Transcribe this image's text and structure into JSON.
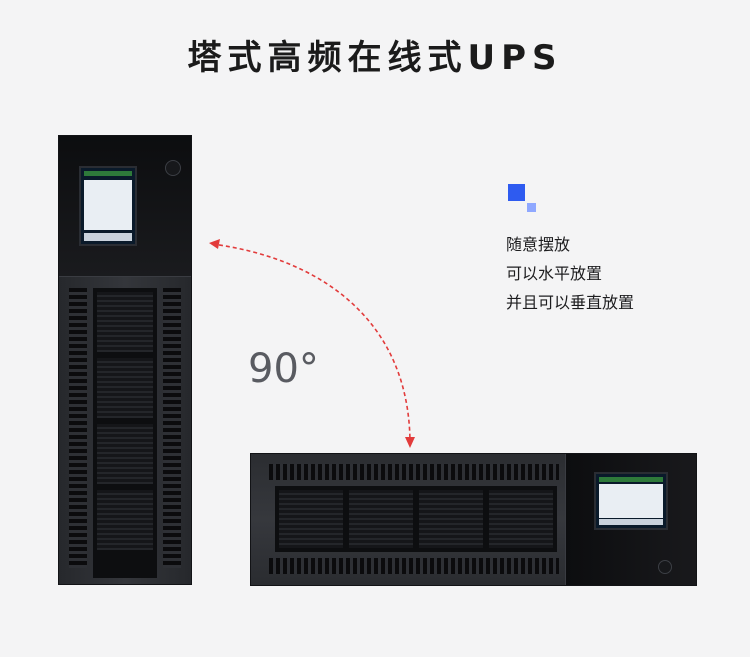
{
  "title": "塔式高频在线式UPS",
  "angle_label": "90°",
  "features": [
    "随意摆放",
    "可以水平放置",
    "并且可以垂直放置"
  ],
  "colors": {
    "accent": "#2e5bf0",
    "accent_light": "#8fa8ff",
    "arrow": "#e23b3b"
  }
}
